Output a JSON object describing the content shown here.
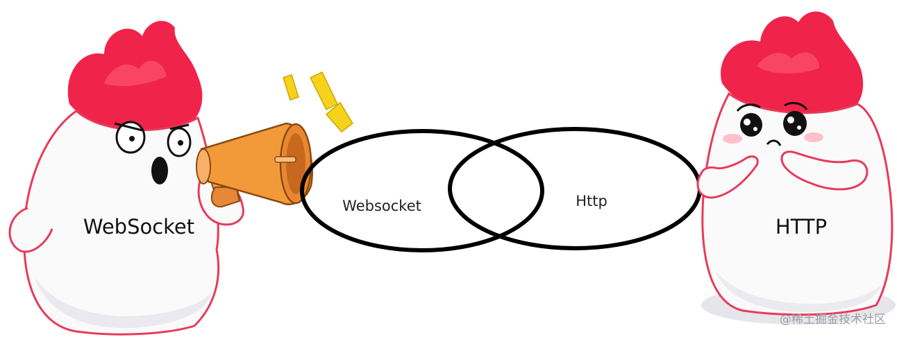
{
  "left_character": {
    "label": "WebSocket"
  },
  "right_character": {
    "label": "HTTP"
  },
  "venn": {
    "left_label": "Websocket",
    "right_label": "Http"
  },
  "watermark": {
    "text": "@稀土掘金技术社区"
  },
  "colors": {
    "flame": "#f0234a",
    "outline": "#e83a5a",
    "megaphone": "#f29a3a",
    "sound_lines": "#f7d21c",
    "ellipse": "#000000"
  },
  "icons": {
    "megaphone": "megaphone-icon",
    "sound_lines": "sound-lines-icon"
  }
}
